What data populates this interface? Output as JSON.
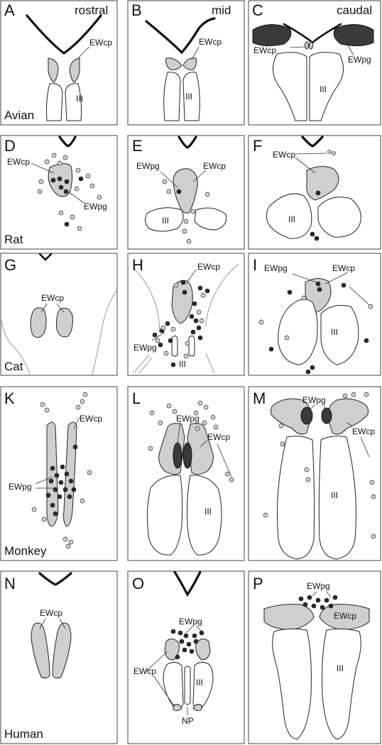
{
  "levels": {
    "rostral": "rostral",
    "mid": "mid",
    "caudal": "caudal"
  },
  "species": {
    "avian": "Avian",
    "rat": "Rat",
    "cat": "Cat",
    "monkey": "Monkey",
    "human": "Human"
  },
  "panels": {
    "A": {
      "letter": "A",
      "labels": [
        "EWcp",
        "III"
      ]
    },
    "B": {
      "letter": "B",
      "labels": [
        "EWcp",
        "III"
      ]
    },
    "C": {
      "letter": "C",
      "labels": [
        "EWcp",
        "EWpg",
        "III"
      ]
    },
    "D": {
      "letter": "D",
      "labels": [
        "EWcp",
        "EWpg"
      ]
    },
    "E": {
      "letter": "E",
      "labels": [
        "EWpg",
        "EWcp",
        "III"
      ]
    },
    "F": {
      "letter": "F",
      "labels": [
        "EWcp",
        "III"
      ]
    },
    "G": {
      "letter": "G",
      "labels": [
        "EWcp"
      ]
    },
    "H": {
      "letter": "H",
      "labels": [
        "EWcp",
        "EWpg",
        "III"
      ]
    },
    "I": {
      "letter": "I",
      "labels": [
        "EWpg",
        "EWcp",
        "III"
      ]
    },
    "K": {
      "letter": "K",
      "labels": [
        "EWcp",
        "EWpg"
      ]
    },
    "L": {
      "letter": "L",
      "labels": [
        "EWpg",
        "EWcp",
        "III"
      ]
    },
    "M": {
      "letter": "M",
      "labels": [
        "EWpg",
        "EWcp",
        "III"
      ]
    },
    "N": {
      "letter": "N",
      "labels": [
        "EWcp"
      ]
    },
    "O": {
      "letter": "O",
      "labels": [
        "EWpg",
        "EWcp",
        "III",
        "NP"
      ]
    },
    "P": {
      "letter": "P",
      "labels": [
        "EWpg",
        "EWcp",
        "III"
      ]
    }
  }
}
